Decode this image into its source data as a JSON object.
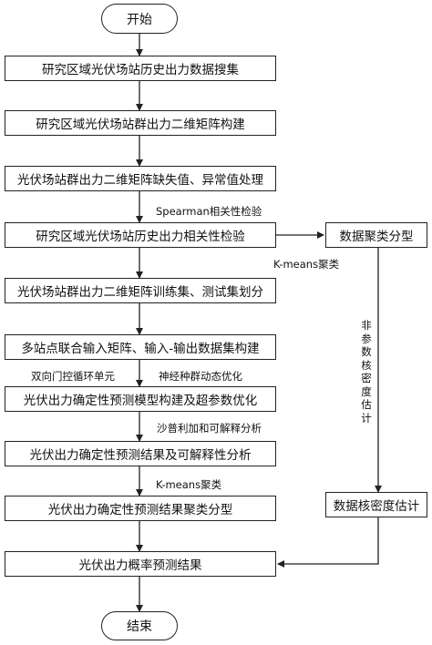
{
  "start": "开始",
  "end": "结束",
  "steps": [
    "研究区域光伏场站历史出力数据搜集",
    "研究区域光伏场站群出力二维矩阵构建",
    "光伏场站群出力二维矩阵缺失值、异常值处理",
    "研究区域光伏场站历史出力相关性检验",
    "光伏场站群出力二维矩阵训练集、测试集划分",
    "多站点联合输入矩阵、输入-输出数据集构建",
    "光伏出力确定性预测模型构建及超参数优化",
    "光伏出力确定性预测结果及可解释性分析",
    "光伏出力确定性预测结果聚类分型",
    "光伏出力概率预测结果"
  ],
  "side_boxes": {
    "clustering": "数据聚类分型",
    "kde": "数据核密度估计"
  },
  "labels": {
    "spearman": "Spearman相关性检验",
    "kmeans_side": "K-means聚类",
    "nonparam": "非参数核密度估计",
    "gru": "双向门控循环单元",
    "nes": "神经种群动态优化",
    "shap": "沙普利加和可解释分析",
    "kmeans_main": "K-means聚类"
  }
}
